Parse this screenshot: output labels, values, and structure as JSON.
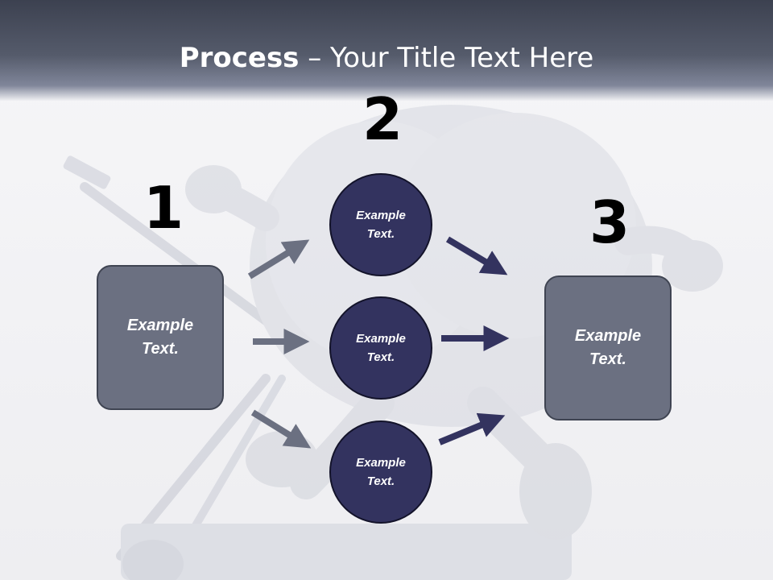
{
  "title": {
    "bold": "Process",
    "rest": " – Your Title Text Here"
  },
  "steps": [
    {
      "number": "1",
      "box_text_line1": "Example",
      "box_text_line2": "Text."
    },
    {
      "number": "2"
    },
    {
      "number": "3",
      "box_text_line1": "Example",
      "box_text_line2": "Text."
    }
  ],
  "circles": [
    {
      "line1": "Example",
      "line2": "Text."
    },
    {
      "line1": "Example",
      "line2": "Text."
    },
    {
      "line1": "Example",
      "line2": "Text."
    }
  ],
  "colors": {
    "header_dark": "#3c4150",
    "box_fill": "#6b7081",
    "circle_fill": "#33335f",
    "arrow_left": "#6b7081",
    "arrow_right": "#33335f"
  }
}
